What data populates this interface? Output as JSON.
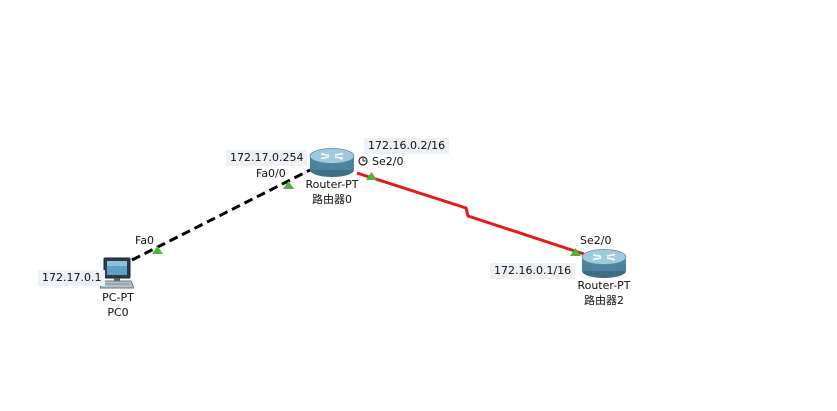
{
  "devices": {
    "pc0": {
      "type": "PC-PT",
      "name": "PC0",
      "ip": "172.17.0.1",
      "port": "Fa0"
    },
    "router0": {
      "type": "Router-PT",
      "name": "路由器0",
      "fa_ip": "172.17.0.254",
      "fa_port": "Fa0/0",
      "se_ip": "172.16.0.2/16",
      "se_port": "Se2/0"
    },
    "router2": {
      "type": "Router-PT",
      "name": "路由器2",
      "se_ip": "172.16.0.1/16",
      "se_port": "Se2/0"
    }
  },
  "links": {
    "ethernet": {
      "style": "dashed",
      "color": "#000000"
    },
    "serial": {
      "style": "zigzag",
      "color": "#e31a1a"
    },
    "port_status_color": "#4cb33c"
  },
  "icons": {
    "pc": "pc-icon",
    "router": "router-icon",
    "clock": "clock-icon"
  }
}
